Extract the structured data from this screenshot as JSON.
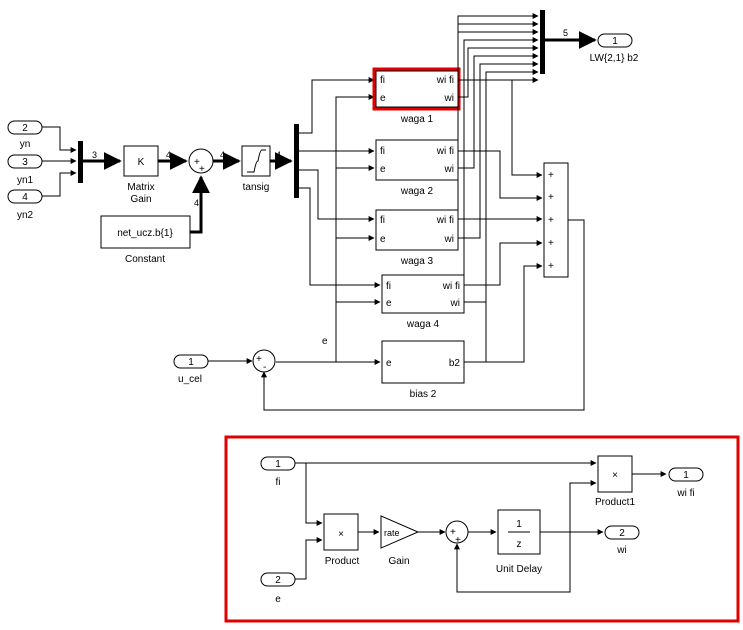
{
  "colors": {
    "highlight": "#e00000",
    "line": "#000000",
    "background": "#ffffff"
  },
  "top": {
    "inports": [
      {
        "num": "2",
        "label": "yn"
      },
      {
        "num": "3",
        "label": "yn1"
      },
      {
        "num": "4",
        "label": "yn2"
      },
      {
        "num": "1",
        "label": "u_cel"
      }
    ],
    "outport": {
      "num": "1",
      "label": "LW{2,1} b2"
    },
    "widths": {
      "mux_in": "3",
      "gain_out": "4",
      "const_out": "4",
      "sum_out": "4",
      "tansig_out": "4",
      "mux_out": "5"
    },
    "gain": {
      "symbol": "K",
      "label": "Matrix\nGain",
      "label_l1": "Matrix",
      "label_l2": "Gain"
    },
    "constant": {
      "value": "net_ucz.b{1}",
      "label": "Constant"
    },
    "tansig": {
      "label": "tansig"
    },
    "waga_blocks": [
      {
        "label": "waga 1",
        "in1": "fi",
        "in2": "e",
        "out1": "wi fi",
        "out2": "wi"
      },
      {
        "label": "waga 2",
        "in1": "fi",
        "in2": "e",
        "out1": "wi fi",
        "out2": "wi"
      },
      {
        "label": "waga 3",
        "in1": "fi",
        "in2": "e",
        "out1": "wi fi",
        "out2": "wi"
      },
      {
        "label": "waga 4",
        "in1": "fi",
        "in2": "e",
        "out1": "wi fi",
        "out2": "wi"
      }
    ],
    "bias": {
      "label": "bias 2",
      "in": "e",
      "out": "b2"
    },
    "error_signal": "e",
    "sum_signs": {
      "plus": "+",
      "minus": "-"
    }
  },
  "sub": {
    "inports": [
      {
        "num": "1",
        "label": "fi"
      },
      {
        "num": "2",
        "label": "e"
      }
    ],
    "outports": [
      {
        "num": "1",
        "label": "wi fi"
      },
      {
        "num": "2",
        "label": "wi"
      }
    ],
    "product": {
      "symbol": "×",
      "label": "Product"
    },
    "product1": {
      "symbol": "×",
      "label": "Product1"
    },
    "gain": {
      "symbol": "rate",
      "label": "Gain"
    },
    "unit_delay": {
      "num": "1",
      "den": "z",
      "label": "Unit Delay"
    },
    "sum_signs": {
      "plus": "+"
    }
  }
}
